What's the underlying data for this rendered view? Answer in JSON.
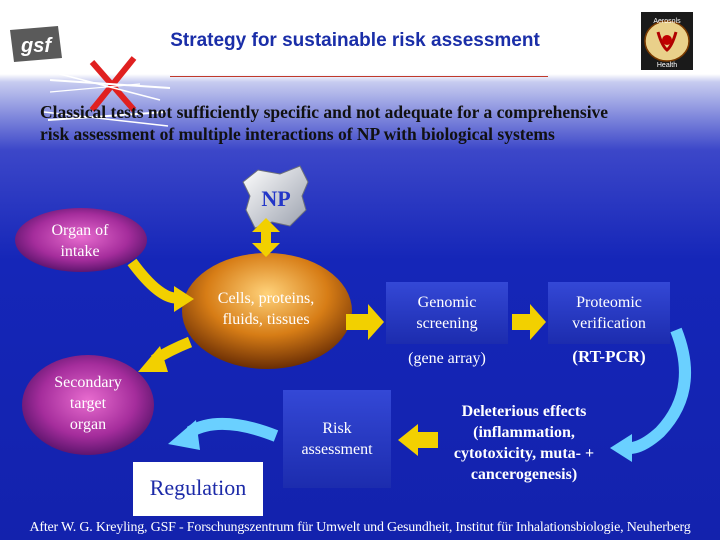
{
  "slide": {
    "title": "Strategy for sustainable risk assessment",
    "logo_text": "gsf",
    "badge": {
      "top": "Aerosols",
      "bottom": "Health"
    },
    "intro_line1": "Classical tests not sufficiently specific and not adequate for a comprehensive",
    "intro_line2": "risk assessment of multiple interactions of NP with biological systems",
    "diagram": {
      "np": "NP",
      "organ_intake_line1": "Organ of",
      "organ_intake_line2": "intake",
      "cells_line1": "Cells, proteins,",
      "cells_line2": "fluids, tissues",
      "genomic_line1": "Genomic",
      "genomic_line2": "screening",
      "gene_array": "(gene array)",
      "proteomic_line1": "Proteomic",
      "proteomic_line2": "verification",
      "rt_pcr": "(RT-PCR)",
      "secondary_line1": "Secondary",
      "secondary_line2": "target",
      "secondary_line3": "organ",
      "risk_line1": "Risk",
      "risk_line2": "assessment",
      "deleterious_line1": "Deleterious effects",
      "deleterious_line2": "(inflammation,",
      "deleterious_line3": "cytotoxicity, muta- +",
      "deleterious_line4": "cancerogenesis)",
      "regulation": "Regulation"
    },
    "footer": "After W. G. Kreyling, GSF - Forschungszentrum für Umwelt und Gesundheit, Institut für Inhalationsbiologie, Neuherberg"
  },
  "colors": {
    "title": "#1a2ea8",
    "background": "#1526b8",
    "cross": "#e02020",
    "arrow_yellow": "#f2d000",
    "arrow_blue": "#6ad0ff"
  }
}
